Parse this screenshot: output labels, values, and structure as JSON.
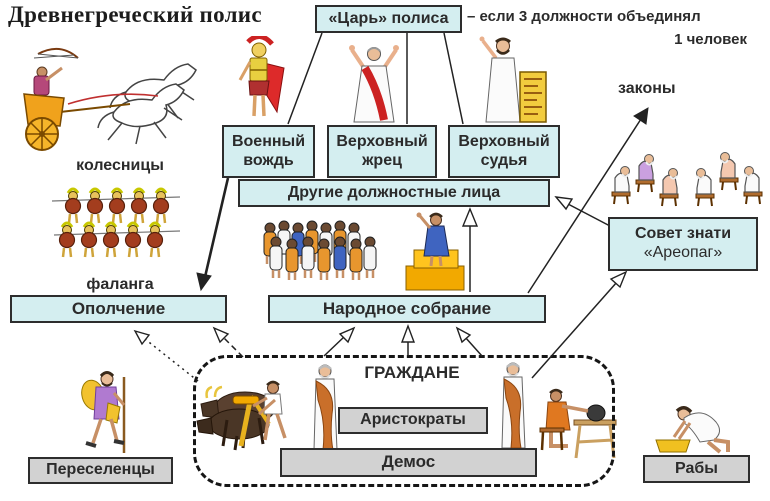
{
  "title": "Древнегреческий полис",
  "annotation": {
    "line1": "– если 3 должности объединял",
    "line2": "1 человек"
  },
  "nodes": {
    "tsar": "«Царь» полиса",
    "war_chief": "Военный вождь",
    "high_priest": "Верховный жрец",
    "high_judge": "Верховный судья",
    "other_officials": "Другие должностные лица",
    "council_line1": "Совет знати",
    "council_line2": "«Ареопаг»",
    "militia": "Ополчение",
    "assembly": "Народное собрание",
    "citizens": "ГРАЖДАНЕ",
    "aristocrats": "Аристократы",
    "demos": "Демос",
    "settlers": "Переселенцы",
    "slaves": "Рабы"
  },
  "labels": {
    "chariots": "колесницы",
    "phalanx": "фаланга",
    "laws": "законы"
  },
  "edges": [
    {
      "from": "tsar",
      "to": "war_chief",
      "style": "line"
    },
    {
      "from": "tsar",
      "to": "high_priest",
      "style": "line"
    },
    {
      "from": "tsar",
      "to": "high_judge",
      "style": "line"
    },
    {
      "from": "war_chief",
      "to": "militia",
      "style": "solid-arrow"
    },
    {
      "from": "assembly",
      "to": "other_officials",
      "style": "open-arrow"
    },
    {
      "from": "assembly",
      "to": "laws",
      "style": "solid-arrow"
    },
    {
      "from": "council",
      "to": "other_officials",
      "style": "open-arrow"
    },
    {
      "from": "citizens",
      "to": "council",
      "style": "open-arrow"
    },
    {
      "from": "citizens",
      "to": "assembly",
      "style": "open-arrow-x3"
    },
    {
      "from": "citizens",
      "to": "militia",
      "style": "dashed-arrow-x2"
    }
  ],
  "colors": {
    "node_fill": "#d4eef0",
    "group_fill": "#d2d2d2",
    "border": "#2d2d2d",
    "background": "#ffffff"
  },
  "illustrations": [
    "chariot",
    "phalanx",
    "war-chief-figure",
    "priest-figure",
    "judge-figure",
    "assembly-crowd",
    "council-elders",
    "plowman-with-oxen",
    "aristocrat-figure",
    "artisan-figure",
    "settler-figure",
    "slave-figure"
  ]
}
